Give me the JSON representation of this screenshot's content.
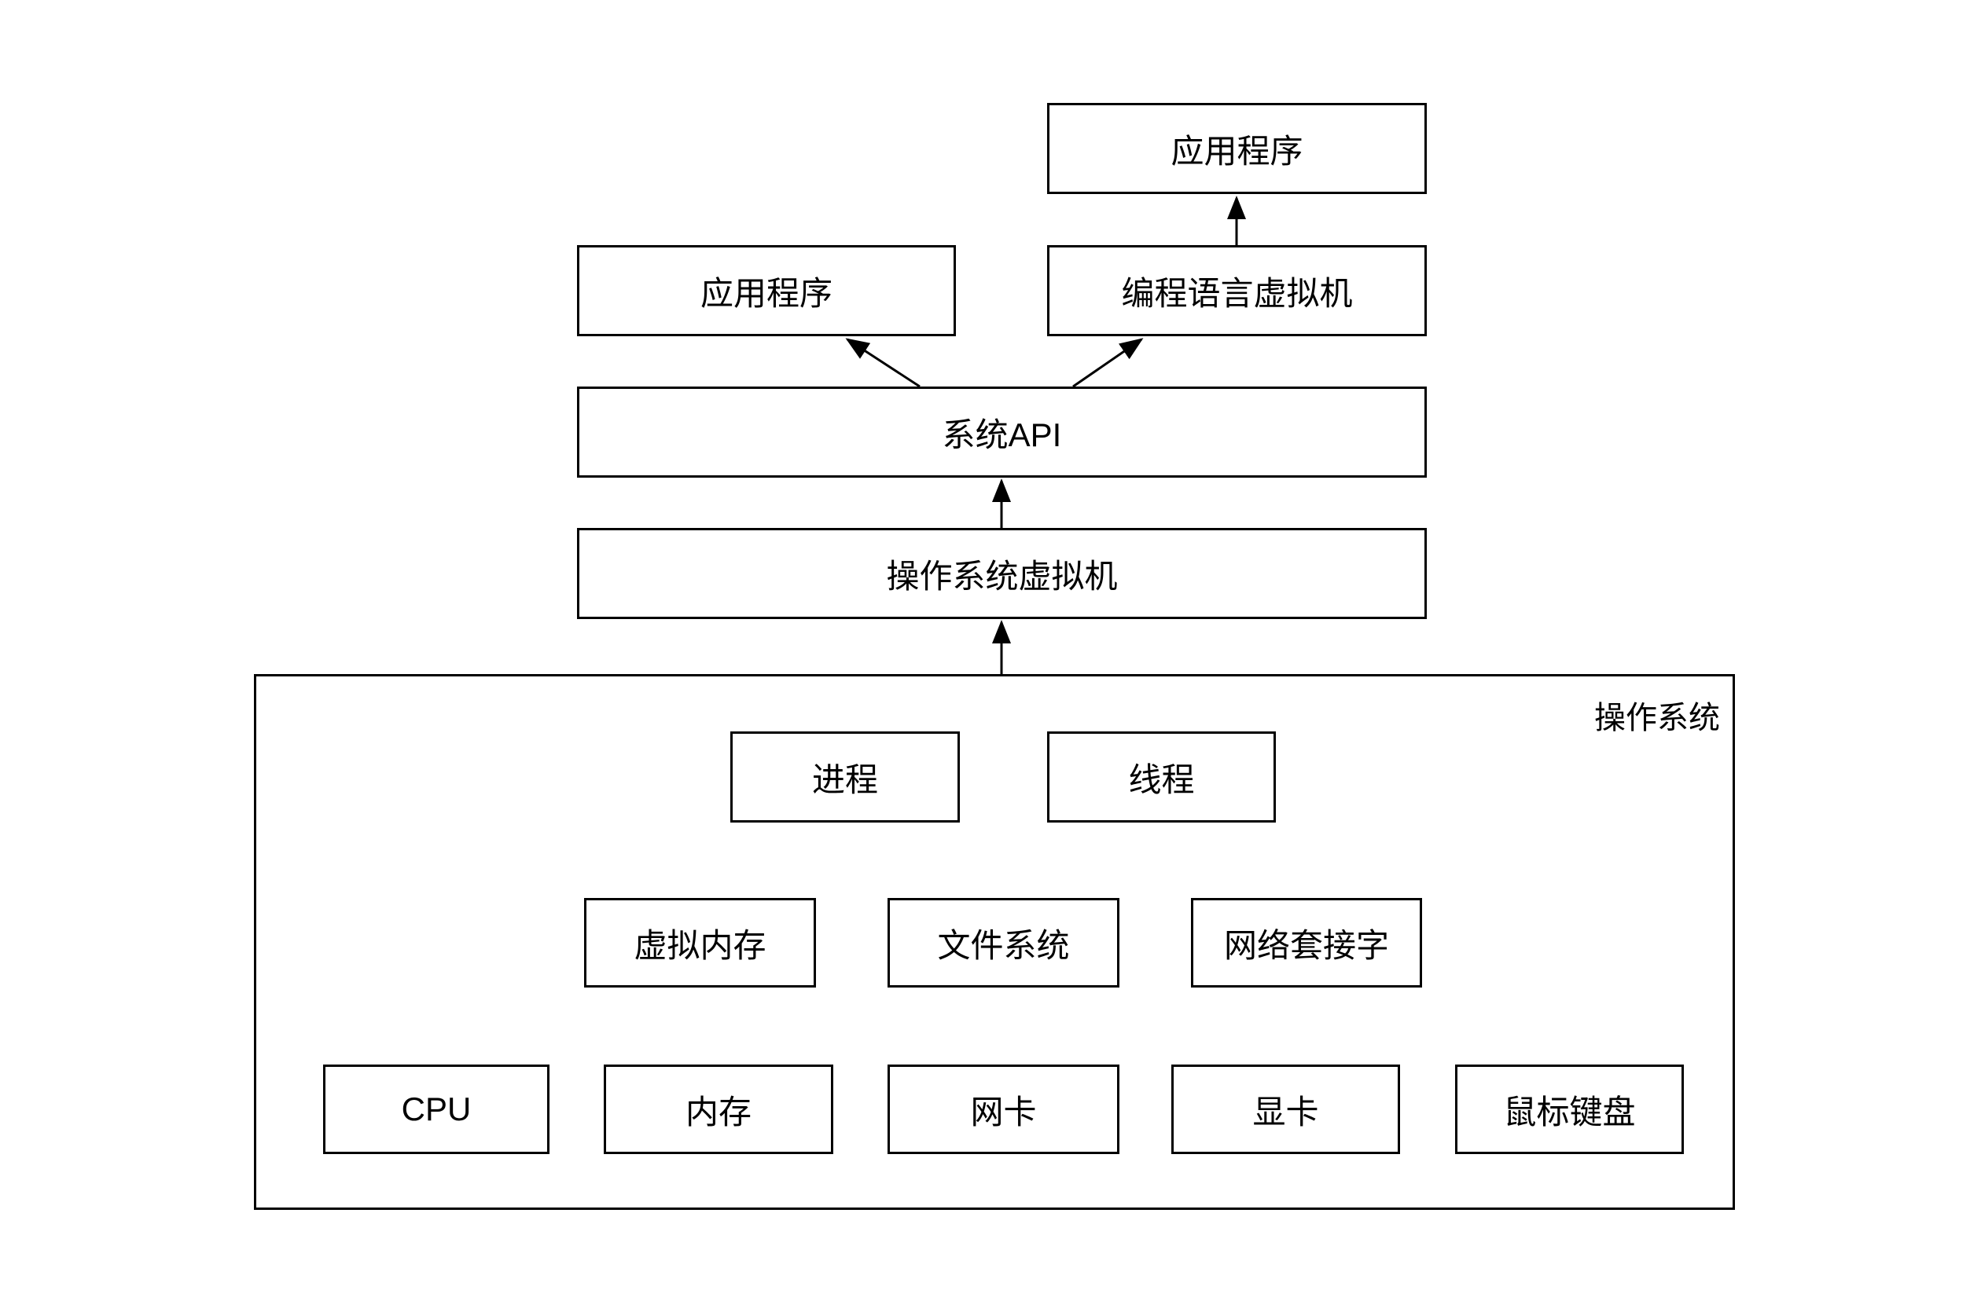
{
  "diagram": {
    "container_label": "操作系统",
    "nodes": {
      "app_top": "应用程序",
      "app_left": "应用程序",
      "language_vm": "编程语言虚拟机",
      "sys_api": "系统API",
      "os_vm": "操作系统虚拟机",
      "process": "进程",
      "thread": "线程",
      "virtual_memory": "虚拟内存",
      "file_system": "文件系统",
      "network_socket": "网络套接字",
      "cpu": "CPU",
      "memory": "内存",
      "nic": "网卡",
      "gpu": "显卡",
      "mouse_keyboard": "鼠标键盘"
    },
    "edges": [
      {
        "from": "编程语言虚拟机",
        "to": "应用程序"
      },
      {
        "from": "系统API",
        "to": "应用程序"
      },
      {
        "from": "系统API",
        "to": "编程语言虚拟机"
      },
      {
        "from": "操作系统虚拟机",
        "to": "系统API"
      },
      {
        "from": "操作系统",
        "to": "操作系统虚拟机"
      }
    ],
    "colors": {
      "line": "#000000",
      "box_fill": "#ffffff",
      "background": "#ffffff",
      "text": "#000000"
    }
  }
}
